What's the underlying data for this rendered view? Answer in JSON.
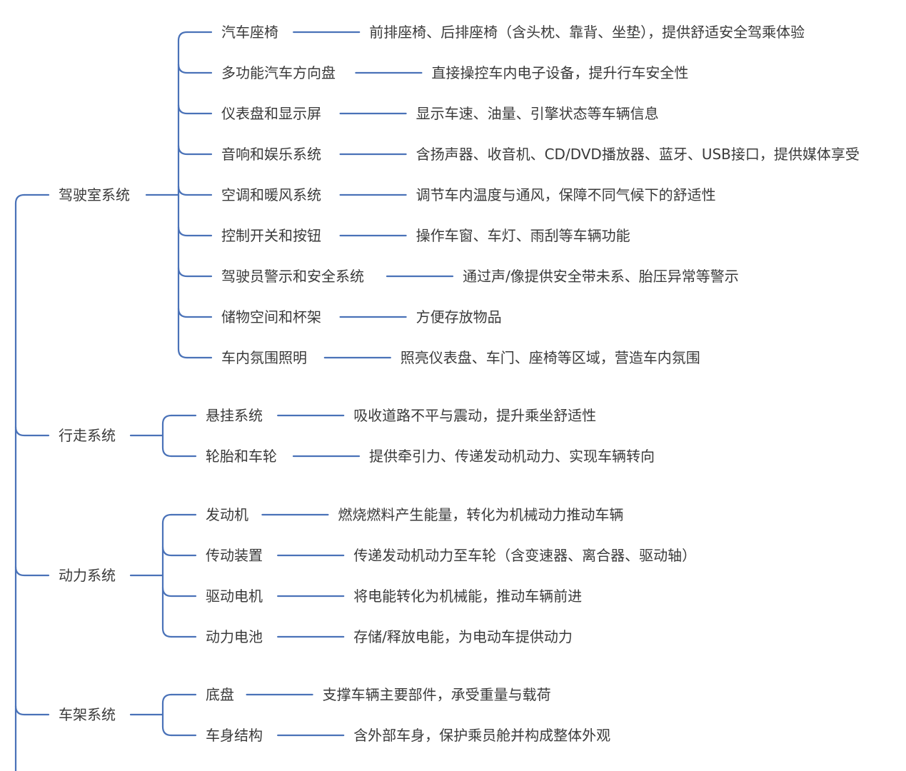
{
  "diagram": {
    "line_color": "#4a72b8",
    "text_color": "#3a3a3a",
    "groups": [
      {
        "label": "驾驶室系统",
        "children": [
          {
            "label": "汽车座椅",
            "desc": "前排座椅、后排座椅（含头枕、靠背、坐垫），提供舒适安全驾乘体验"
          },
          {
            "label": "多功能汽车方向盘",
            "desc": "直接操控车内电子设备，提升行车安全性"
          },
          {
            "label": "仪表盘和显示屏",
            "desc": "显示车速、油量、引擎状态等车辆信息"
          },
          {
            "label": "音响和娱乐系统",
            "desc": "含扬声器、收音机、CD/DVD播放器、蓝牙、USB接口，提供媒体享受"
          },
          {
            "label": "空调和暖风系统",
            "desc": "调节车内温度与通风，保障不同气候下的舒适性"
          },
          {
            "label": "控制开关和按钮",
            "desc": "操作车窗、车灯、雨刮等车辆功能"
          },
          {
            "label": "驾驶员警示和安全系统",
            "desc": "通过声/像提供安全带未系、胎压异常等警示"
          },
          {
            "label": "储物空间和杯架",
            "desc": "方便存放物品"
          },
          {
            "label": "车内氛围照明",
            "desc": "照亮仪表盘、车门、座椅等区域，营造车内氛围"
          }
        ]
      },
      {
        "label": "行走系统",
        "children": [
          {
            "label": "悬挂系统",
            "desc": "吸收道路不平与震动，提升乘坐舒适性"
          },
          {
            "label": "轮胎和车轮",
            "desc": "提供牵引力、传递发动机动力、实现车辆转向"
          }
        ]
      },
      {
        "label": "动力系统",
        "children": [
          {
            "label": "发动机",
            "desc": "燃烧燃料产生能量，转化为机械动力推动车辆"
          },
          {
            "label": "传动装置",
            "desc": "传递发动机动力至车轮（含变速器、离合器、驱动轴）"
          },
          {
            "label": "驱动电机",
            "desc": "将电能转化为机械能，推动车辆前进"
          },
          {
            "label": "动力电池",
            "desc": "存储/释放电能，为电动车提供动力"
          }
        ]
      },
      {
        "label": "车架系统",
        "children": [
          {
            "label": "底盘",
            "desc": "支撑车辆主要部件，承受重量与载荷"
          },
          {
            "label": "车身结构",
            "desc": "含外部车身，保护乘员舱并构成整体外观"
          }
        ]
      }
    ]
  }
}
